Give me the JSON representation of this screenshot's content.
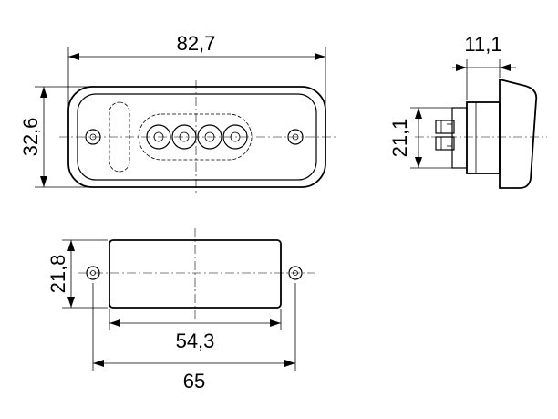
{
  "dimensions": {
    "width_total": "82,7",
    "height_total": "32,6",
    "depth": "11,1",
    "connector_height": "21,1",
    "base_height": "21,8",
    "base_width": "54,3",
    "hole_spacing": "65"
  }
}
